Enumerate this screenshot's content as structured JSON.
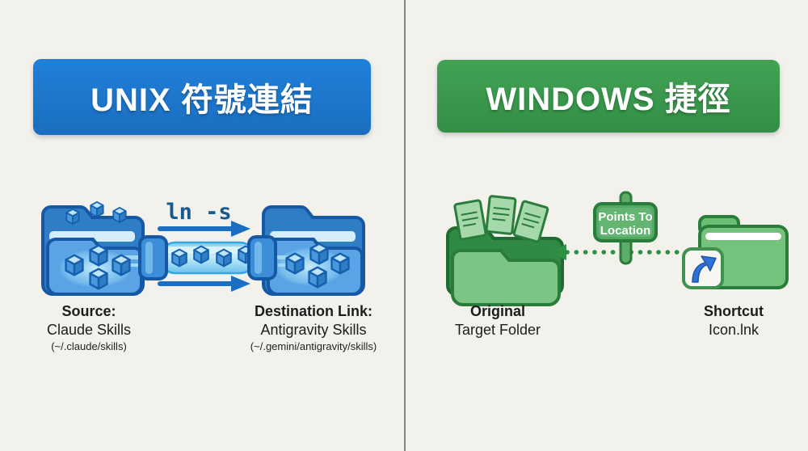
{
  "left_panel": {
    "title": "UNIX 符號連結",
    "command": "ln -s",
    "source_label": {
      "heading": "Source:",
      "name": "Claude Skills",
      "path": "(~/.claude/skills)"
    },
    "dest_label": {
      "heading": "Destination Link:",
      "name": "Antigravity Skills",
      "path": "(~/.gemini/antigravity/skills)"
    }
  },
  "right_panel": {
    "title": "WINDOWS 捷徑",
    "sign": {
      "line1": "Points To",
      "line2": "Location"
    },
    "original_label": {
      "heading": "Original",
      "name": "Target Folder"
    },
    "shortcut_label": {
      "heading": "Shortcut",
      "name": "Icon.lnk"
    }
  },
  "colors": {
    "background": "#f2f1ec",
    "unix_banner": "#1b76cd",
    "windows_banner": "#3a9a4d",
    "folder_blue": "#5aa4e6",
    "folder_blue_dark": "#2e7dc5",
    "folder_green": "#7cc584",
    "folder_green_dark": "#2f8a43",
    "command_text": "#185a8d",
    "arrow_blue": "#1a6fc3",
    "dotted_green": "#2f8f45",
    "shortcut_arrow_blue": "#2f72d8",
    "label_text": "#1c1c1e"
  },
  "icons": {
    "unix": [
      "source-folder-icon",
      "pipe-tube-icon",
      "destination-folder-icon",
      "arrow-right-icon",
      "skill-cube-icon"
    ],
    "windows": [
      "original-folder-icon",
      "signpost-icon",
      "dotted-arrow-left-icon",
      "shortcut-folder-icon",
      "shortcut-arrow-badge-icon"
    ]
  }
}
